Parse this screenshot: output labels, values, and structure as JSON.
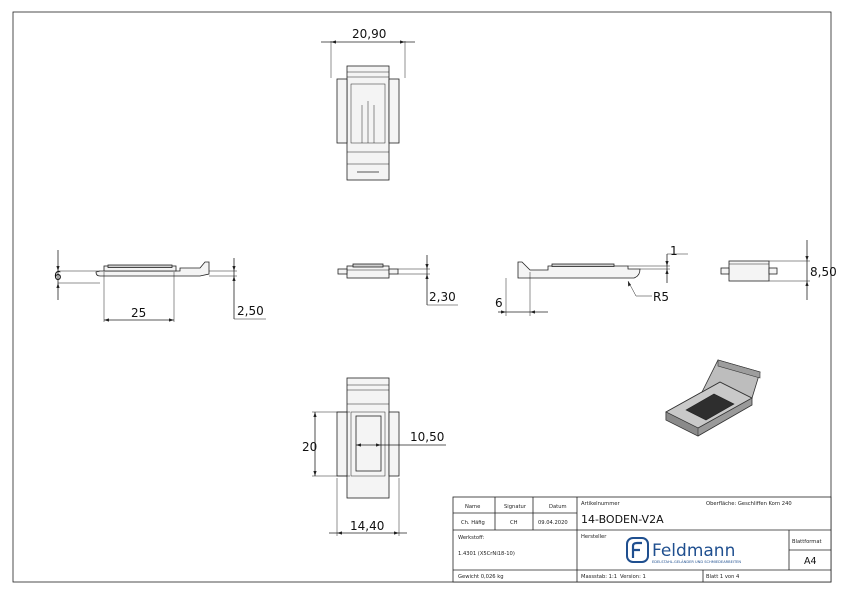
{
  "dimensions": {
    "top_width": "20,90",
    "left_height": "6",
    "left_length": "25",
    "left_thickness": "2,50",
    "center_thickness": "2,30",
    "right_step": "1",
    "right_radius": "R5",
    "right_width": "6",
    "far_right_height": "8,50",
    "bottom_height": "20",
    "bottom_window": "10,50",
    "bottom_width": "14,40"
  },
  "title_block": {
    "h_name": "Name",
    "h_signatur": "Signatur",
    "h_datum": "Datum",
    "name": "Ch. Häfig",
    "signatur": "CH",
    "datum": "09.04.2020",
    "artikelnummer_label": "Artikelnummer",
    "artikelnummer": "14-BODEN-V2A",
    "oberflaeche": "Oberfläche: Geschliffen Korn 240",
    "werkstoff_label": "Werkstoff:",
    "werkstoff": "1.4301 (X5CrNi18-10)",
    "hersteller_label": "Hersteller",
    "blattformat_label": "Blattformat",
    "blattformat": "A4",
    "gewicht": "Gewicht 0,026 kg",
    "massstab": "Massstab: 1:1",
    "version": "Version: 1",
    "blatt": "Blatt 1 von 4",
    "logo_text": "Feldmann",
    "logo_sub": "EDELSTAHL-GELÄNDER UND SCHMIEDEARBEITEN"
  }
}
